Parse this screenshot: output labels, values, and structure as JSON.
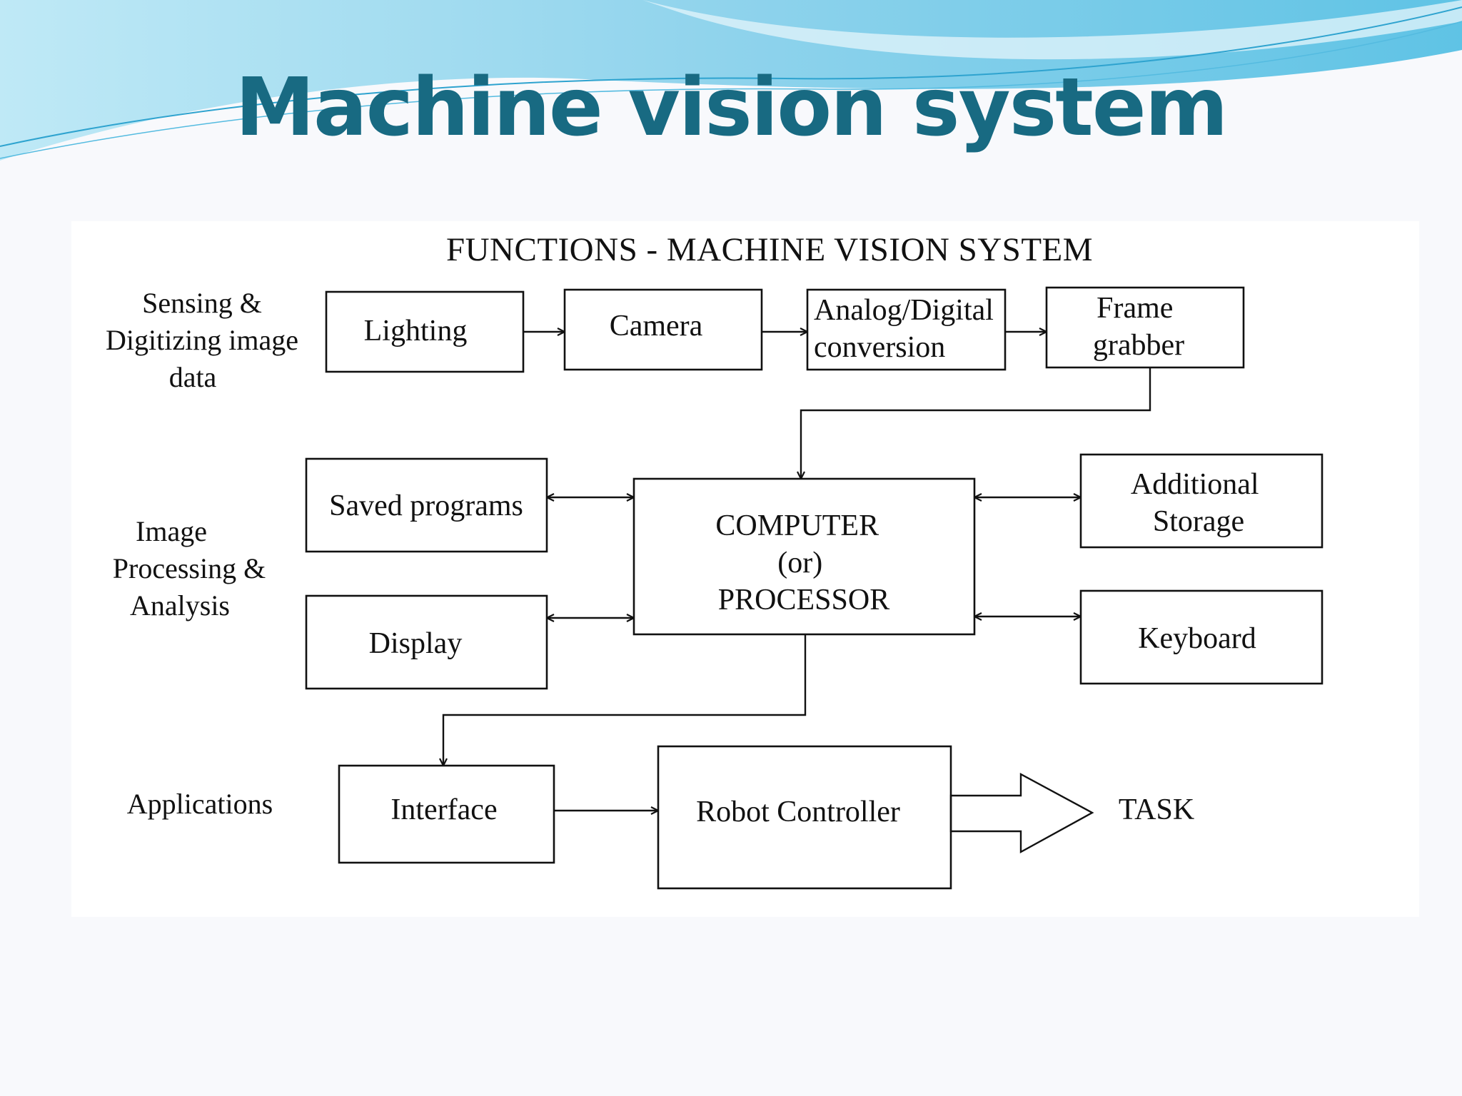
{
  "slide": {
    "title": "Machine vision system",
    "colors": {
      "title": "#186a82",
      "banner_light": "#9fdaf0",
      "banner_dark": "#3fb6dc",
      "background": "#f8f9fc"
    }
  },
  "diagram": {
    "heading": "FUNCTIONS - MACHINE VISION SYSTEM",
    "row_labels": {
      "sensing": [
        "Sensing &",
        "Digitizing image",
        "data"
      ],
      "processing": [
        "Image",
        "Processing &",
        "Analysis"
      ],
      "applications": [
        "Applications"
      ]
    },
    "boxes": {
      "lighting": [
        "Lighting"
      ],
      "camera": [
        "Camera"
      ],
      "adc": [
        "Analog/Digital",
        "conversion"
      ],
      "frame_grabber": [
        "Frame",
        "grabber"
      ],
      "saved_programs": [
        "Saved programs"
      ],
      "display": [
        "Display"
      ],
      "computer": [
        "COMPUTER",
        "(or)",
        "PROCESSOR"
      ],
      "additional_storage": [
        "Additional",
        "Storage"
      ],
      "keyboard": [
        "Keyboard"
      ],
      "interface": [
        "Interface"
      ],
      "robot_controller": [
        "Robot Controller"
      ]
    },
    "output_label": "TASK"
  }
}
